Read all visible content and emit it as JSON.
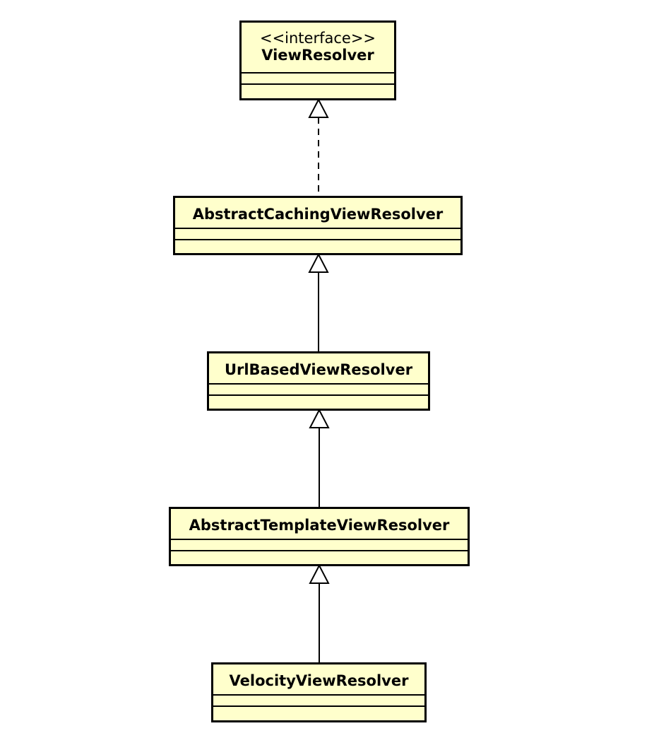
{
  "diagram": {
    "classes": [
      {
        "id": "view-resolver",
        "stereotype": "<<interface>>",
        "name": "ViewResolver"
      },
      {
        "id": "abstract-caching-view-resolver",
        "name": "AbstractCachingViewResolver"
      },
      {
        "id": "url-based-view-resolver",
        "name": "UrlBasedViewResolver"
      },
      {
        "id": "abstract-template-view-resolver",
        "name": "AbstractTemplateViewResolver"
      },
      {
        "id": "velocity-view-resolver",
        "name": "VelocityViewResolver"
      }
    ],
    "relations": [
      {
        "from": "AbstractCachingViewResolver",
        "to": "ViewResolver",
        "kind": "realization"
      },
      {
        "from": "UrlBasedViewResolver",
        "to": "AbstractCachingViewResolver",
        "kind": "generalization"
      },
      {
        "from": "AbstractTemplateViewResolver",
        "to": "UrlBasedViewResolver",
        "kind": "generalization"
      },
      {
        "from": "VelocityViewResolver",
        "to": "AbstractTemplateViewResolver",
        "kind": "generalization"
      }
    ],
    "colors": {
      "class_fill": "#ffffcc",
      "stroke": "#000000",
      "background": "#ffffff"
    }
  }
}
